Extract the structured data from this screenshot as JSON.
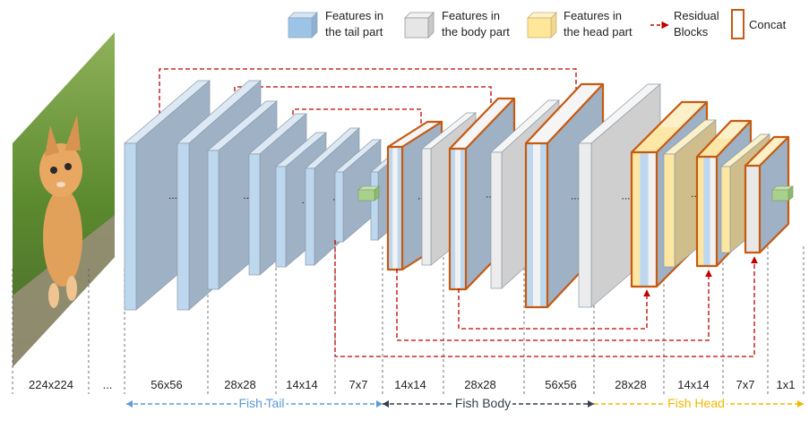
{
  "legend": {
    "tail": [
      "Features in",
      "the tail part"
    ],
    "body": [
      "Features in",
      "the body part"
    ],
    "head": [
      "Features in",
      "the head part"
    ],
    "residual": [
      "Residual",
      "Blocks"
    ],
    "concat": "Concat"
  },
  "dots": "...",
  "resolutions": [
    "224x224",
    "...",
    "56x56",
    "28x28",
    "14x14",
    "7x7",
    "14x14",
    "28x28",
    "56x56",
    "28x28",
    "14x14",
    "7x7",
    "1x1"
  ],
  "sections": {
    "tail": "Fish Tail",
    "body": "Fish Body",
    "head": "Fish Head"
  },
  "colors": {
    "tail_front": "#bdd7ee",
    "tail_face": "#9fb1c4",
    "body_front": "#ececec",
    "body_face": "#c9c9c9",
    "head_front": "#fde6a2",
    "head_face": "#cfbd8b",
    "concat": "#c55a11",
    "residual": "#c00000",
    "tail_label": "#5b9bd5",
    "body_label": "#333f50",
    "head_label": "#f2b800",
    "output_green": "#a9d18e"
  },
  "image_icon": "kitten-photo"
}
